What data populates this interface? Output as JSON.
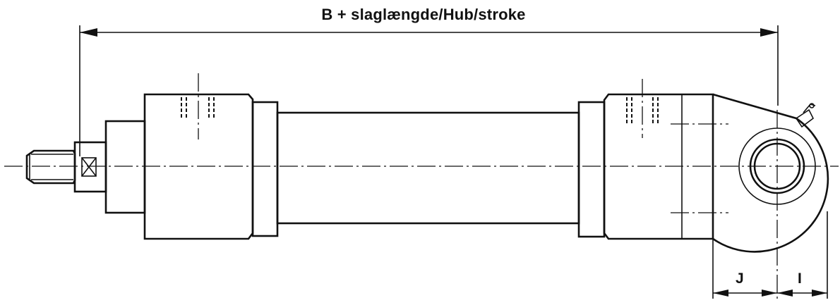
{
  "diagram": {
    "labels": {
      "overall_length": "B + slaglængde/Hub/stroke",
      "dim_j": "J",
      "dim_i": "I"
    }
  }
}
